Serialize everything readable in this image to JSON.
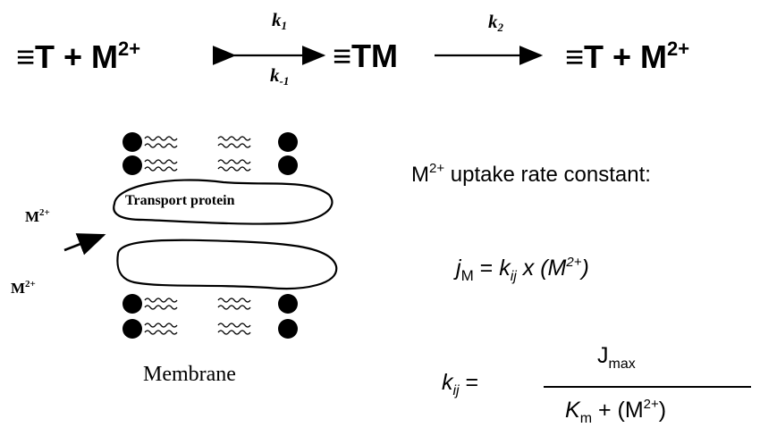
{
  "reaction": {
    "left_species": "≡T + M",
    "left_charge": "2+",
    "k1": "k",
    "k1_sub": "1",
    "km1": "k",
    "km1_sub": "-1",
    "complex": "≡TM",
    "k2": "k",
    "k2_sub": "2",
    "right_species": "≡T + M",
    "right_charge": "2+"
  },
  "membrane_figure": {
    "transport_protein_label": "Transport protein",
    "ion_label_top": "M",
    "ion_label_bottom": "M",
    "ion_charge": "2+",
    "membrane_label": "Membrane"
  },
  "rate": {
    "heading": "M",
    "heading_charge": "2+",
    "heading_rest": " uptake rate constant:",
    "j_symbol": "j",
    "j_sub": "M",
    "j_eq": " = ",
    "kij": "k",
    "kij_sub": "ij",
    "j_times": " x (M",
    "j_charge": "2+",
    "j_close": ")",
    "kij2": "k",
    "kij2_sub": "ij",
    "kij2_eq": " =",
    "numerator": "J",
    "numerator_sub": "max",
    "denom_K": "K",
    "denom_sub": "m",
    "denom_rest": " + (M",
    "denom_charge": "2+",
    "denom_close": ")"
  }
}
